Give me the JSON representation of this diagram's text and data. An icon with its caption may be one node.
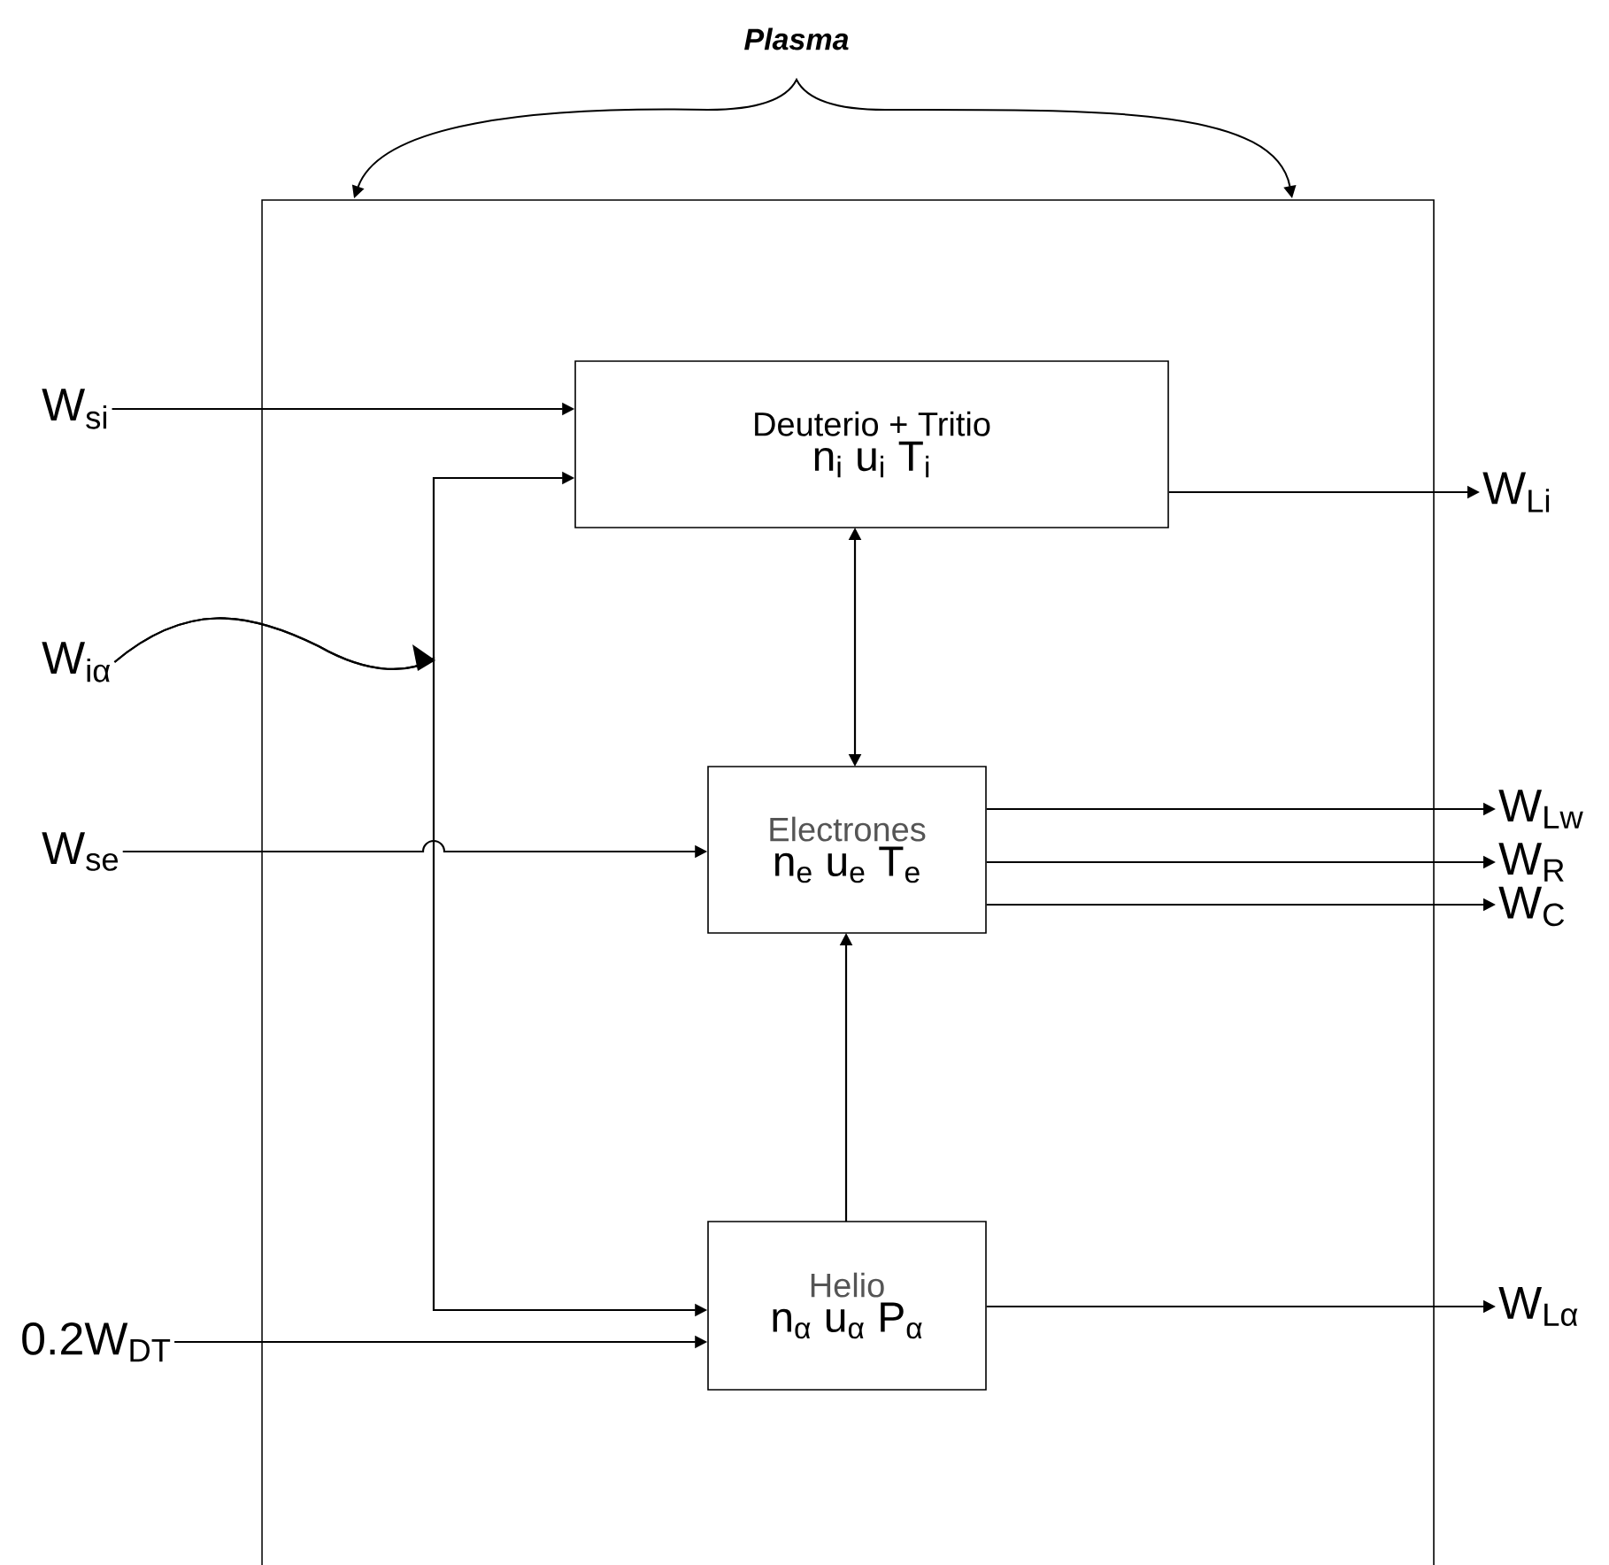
{
  "diagram": {
    "nodes": [
      {
        "text": [
          "Plasma"
        ]
      },
      {
        "text": [
          "Deuterio + Tritio",
          "n$_{i}$ u$_{i}$ T$_{i}$"
        ],
        "in": 0
      },
      {
        "text": [
          "Electrones",
          "n$_{e}$ u$_{e}$ T$_{e}$"
        ],
        "in": 0
      },
      {
        "text": [
          "Helio",
          "n$_{α}$ u$_{α}$ P$_{α}$"
        ],
        "in": 0
      },
      {
        "text": [
          "W$_{si}$"
        ]
      },
      {
        "text": [
          "W$_{iα}$"
        ]
      },
      {
        "text": [
          "W$_{se}$"
        ]
      },
      {
        "text": [
          "0.2W$_{DT}$"
        ]
      },
      {
        "text": [
          "W$_{Li}$"
        ]
      },
      {
        "text": [
          "W$_{Lw}$"
        ]
      },
      {
        "text": [
          "W$_{R}$"
        ]
      },
      {
        "text": [
          "W$_{C}$"
        ]
      },
      {
        "text": [
          "W$_{Lα}$"
        ]
      }
    ],
    "edges": [
      {
        "from": 4,
        "to": 1,
        "arrow": "to"
      },
      {
        "from": 5,
        "to": 1,
        "arrow": "to"
      },
      {
        "from": 5,
        "to": 3,
        "arrow": "to"
      },
      {
        "from": 6,
        "to": 2,
        "arrow": "to"
      },
      {
        "from": 7,
        "to": 3,
        "arrow": "to"
      },
      {
        "from": 1,
        "to": 8,
        "arrow": "to"
      },
      {
        "from": 1,
        "to": 2,
        "arrow": "both"
      },
      {
        "from": 2,
        "to": 9,
        "arrow": "to"
      },
      {
        "from": 2,
        "to": 10,
        "arrow": "to"
      },
      {
        "from": 2,
        "to": 11,
        "arrow": "to"
      },
      {
        "from": 3,
        "to": 2,
        "arrow": "to"
      },
      {
        "from": 3,
        "to": 12,
        "arrow": "to"
      }
    ]
  }
}
